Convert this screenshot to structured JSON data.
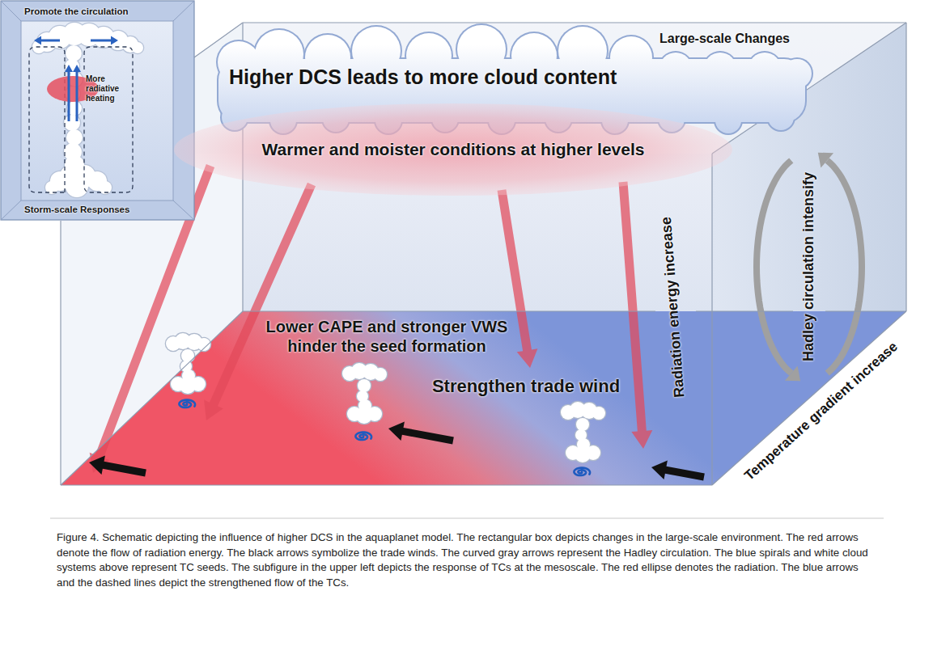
{
  "diagram": {
    "caption": "Figure 4. Schematic depicting the influence of higher DCS in the aquaplanet model. The rectangular box depicts changes in the large-scale environment. The red arrows denote the flow of radiation energy. The black arrows symbolize the trade winds. The curved gray arrows represent the Hadley circulation. The blue spirals and white cloud systems above represent TC seeds. The subfigure in the upper left depicts the response of TCs at the mesoscale. The red ellipse denotes the radiation. The blue arrows and the dashed lines depict the strengthened flow of the TCs.",
    "nodes": [
      {
        "text": [
          "Promote the circulation",
          "Storm-scale Responses"
        ]
      },
      {
        "text": [
          "More radiative heating"
        ],
        "in": 0
      },
      {
        "text": [
          "Large-scale Changes"
        ]
      },
      {
        "text": [
          "Higher DCS leads to more cloud content"
        ],
        "in": 2
      },
      {
        "text": [
          "Warmer and moister conditions at higher levels"
        ],
        "in": 2
      }
    ],
    "labels": [
      "Radiation energy increase",
      "Hadley circulation intensify",
      "Lower CAPE and stronger VWS hinder the seed formation",
      "Strengthen trade wind",
      "Temperature gradient increase"
    ]
  }
}
